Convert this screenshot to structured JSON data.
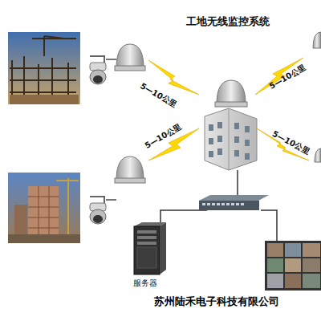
{
  "diagram": {
    "title": "工地无线监控系统",
    "caption": "苏州陆禾电子科技有限公司",
    "nodes": [
      {
        "text": [
          "服务器"
        ]
      }
    ],
    "edges": [],
    "labels": [
      "5—10公里",
      "5—10公里",
      "5—10公里",
      "5—10公里"
    ]
  }
}
